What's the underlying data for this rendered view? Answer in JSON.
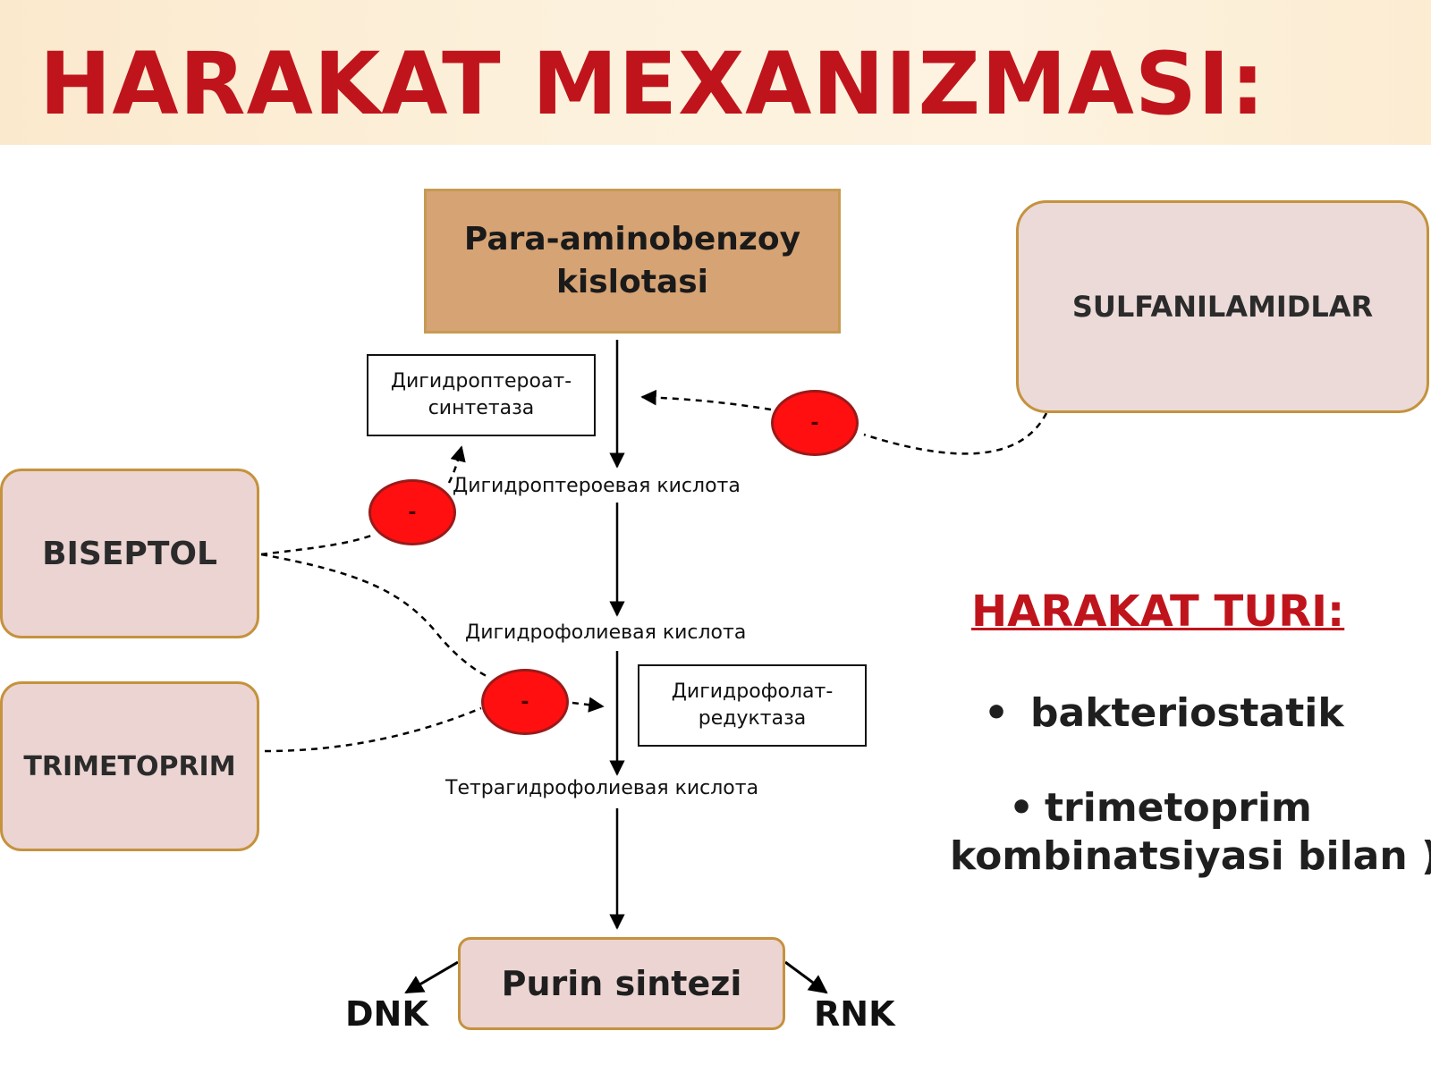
{
  "title": "HARAKAT MEXANIZMASI:",
  "diagram": {
    "substrate": {
      "line1": "Para-aminobenzoy",
      "line2": "kislotasi"
    },
    "drugs": {
      "sulfanilamidlar": "SULFANILAMIDLAR",
      "biseptol": "BISEPTOL",
      "trimetoprim": "TRIMETOPRIM"
    },
    "enzymes": {
      "synthetase": {
        "line1": "Дигидроптероат-",
        "line2": "синтетаза"
      },
      "reductase": {
        "line1": "Дигидрофолат-",
        "line2": "редуктаза"
      }
    },
    "metabolites": {
      "dihydropteroic": "Дигидроптероевая кислота",
      "dihydrofolic": "Дигидрофолиевая кислота",
      "tetrahydrofolic": "Тетрагидрофолиевая кислота"
    },
    "inhibitor_sign": "-",
    "product": "Purin sintezi",
    "outputs": {
      "dnk": "DNK",
      "rnk": "RNK"
    }
  },
  "action_type": {
    "heading": "HARAKAT TURI:",
    "bullet_symbol": "•",
    "items": [
      "bakteriostatik",
      "trimetoprim",
      "kombinatsiyasi bilan )"
    ]
  },
  "colors": {
    "title_red": "#c0141c",
    "inhibitor_red": "#ff0f0f",
    "substrate_tan": "#d6a374",
    "drug_pink": "#ecd4d2",
    "drug_border": "#c5923e"
  }
}
